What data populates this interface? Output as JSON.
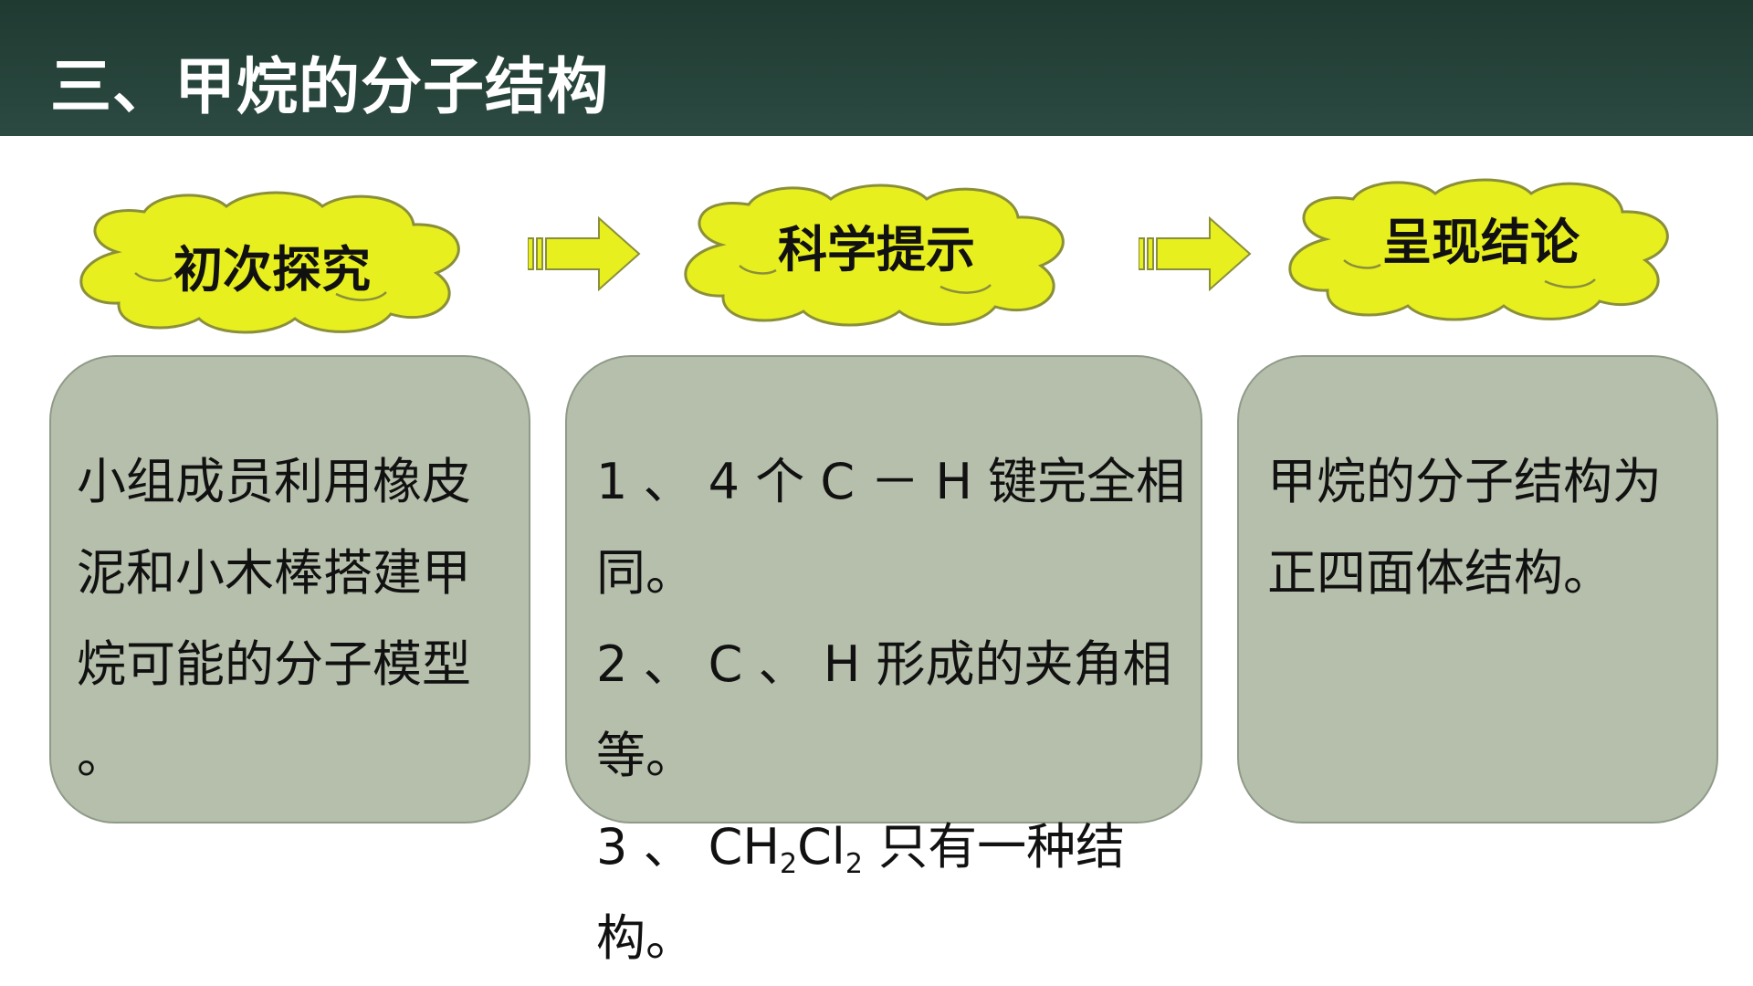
{
  "slide": {
    "title": "三、甲烷的分子结构"
  },
  "flow": {
    "steps": [
      {
        "label": "初次探究"
      },
      {
        "label": "科学提示"
      },
      {
        "label": "呈现结论"
      }
    ]
  },
  "cards": {
    "explore": {
      "lines": [
        "小组成员利用橡皮",
        "泥和小木棒搭建甲",
        "烷可能的分子模型",
        "。"
      ]
    },
    "hints": {
      "items": [
        {
          "line1": "1 、 4 个 C － H 键完全相",
          "line2": "同。"
        },
        {
          "line1": "2 、 C 、 H 形成的夹角相",
          "line2": "等。"
        },
        {
          "prefix": "3 、 CH",
          "sub1": "2",
          "mid": "Cl",
          "sub2": "2",
          "suffix": " 只有一种结",
          "line2": "构。"
        }
      ]
    },
    "conclusion": {
      "lines": [
        "甲烷的分子结构为",
        "正四面体结构。"
      ]
    }
  },
  "colors": {
    "header": "#2c4a42",
    "cloud_fill": "#e8ef1e",
    "cloud_stroke": "#8a8f3a",
    "arrow_fill": "#e8ef1e",
    "card_fill": "#b5bfab"
  }
}
